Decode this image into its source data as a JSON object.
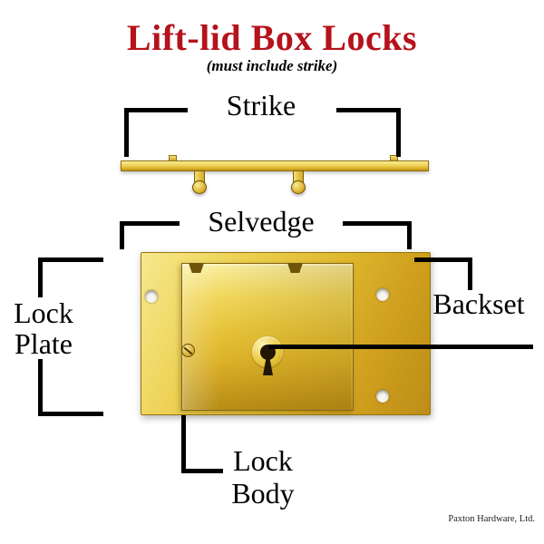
{
  "title": "Lift-lid Box Locks",
  "subtitle": "(must include strike)",
  "labels": {
    "strike": "Strike",
    "selvedge": "Selvedge",
    "lock_plate": [
      "Lock",
      "Plate"
    ],
    "backset": "Backset",
    "lock_body": [
      "Lock",
      "Body"
    ]
  },
  "credit": "Paxton Hardware, Ltd.",
  "colors": {
    "title_red": "#b5121b",
    "line_black": "#000000",
    "brass_light": "#f9efa2",
    "brass_mid": "#e7c43a",
    "brass_dark": "#b68c15",
    "keyhole_dark": "#221503"
  }
}
